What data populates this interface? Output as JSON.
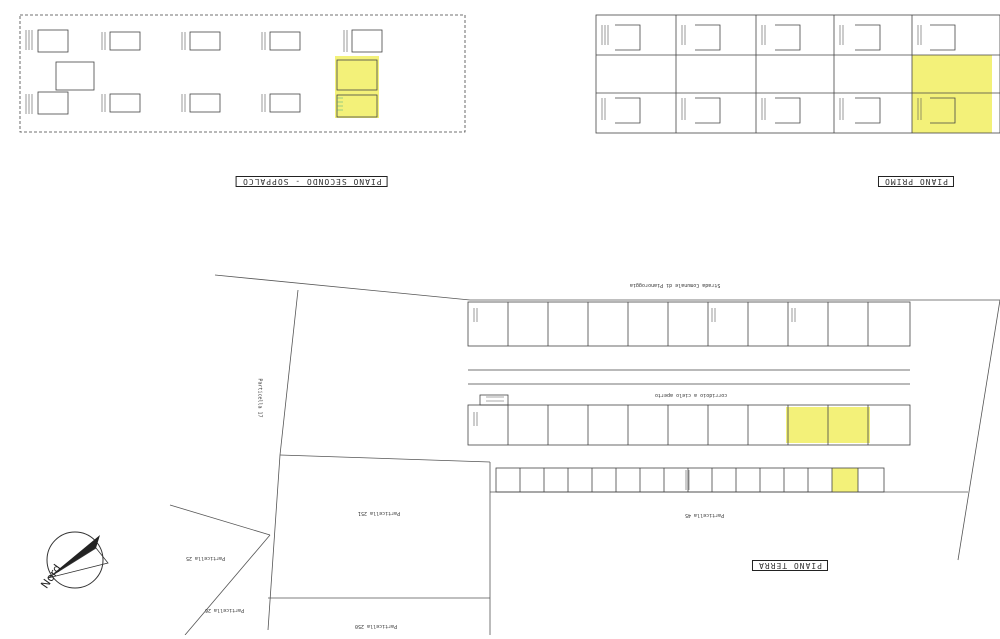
{
  "plan_titles": {
    "second_floor": "PIANO SECONDO - SOPPALCO",
    "first_floor": "PIANO PRIMO",
    "ground_floor": "PIANO TERRA"
  },
  "north_label": "Nord",
  "road_label": "Strada Comunale di Pianoroggia",
  "corridor_label": "corridoio a cielo aperto",
  "parcels": [
    "Particella 17",
    "Particella 251",
    "Particella 45",
    "Particella 25",
    "Particella 26",
    "Particella 250"
  ],
  "colors": {
    "line": "#444444",
    "highlight": "#f2f06a"
  },
  "icons": [
    "staircase-icon",
    "north-arrow-icon"
  ]
}
